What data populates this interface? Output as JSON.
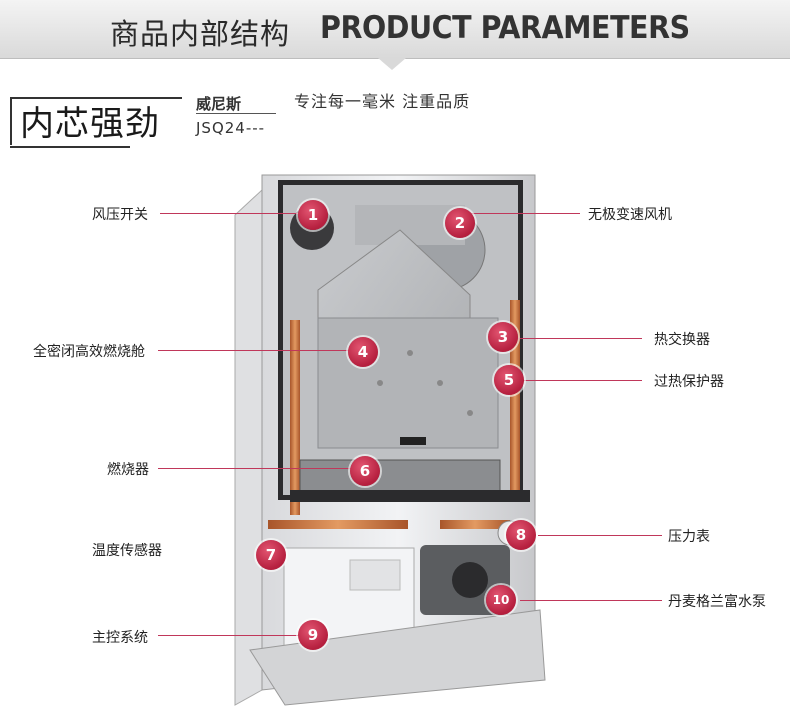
{
  "header": {
    "title_cn": "商品内部结构",
    "title_en": "PRODUCT PARAMETERS"
  },
  "slogan": {
    "main": "内芯强劲",
    "brand": "威尼斯",
    "model": "JSQ24---",
    "tagline": "专注每一毫米 注重品质"
  },
  "components": [
    {
      "num": "1",
      "label": "风压开关"
    },
    {
      "num": "2",
      "label": "无极变速风机"
    },
    {
      "num": "3",
      "label": "热交换器"
    },
    {
      "num": "4",
      "label": "全密闭高效燃烧舱"
    },
    {
      "num": "5",
      "label": "过热保护器"
    },
    {
      "num": "6",
      "label": "燃烧器"
    },
    {
      "num": "7",
      "label": "温度传感器"
    },
    {
      "num": "8",
      "label": "压力表"
    },
    {
      "num": "9",
      "label": "主控系统"
    },
    {
      "num": "10",
      "label": "丹麦格兰富水泵"
    }
  ],
  "colors": {
    "accent": "#b51f3e",
    "banner": "#d9d9d9"
  }
}
